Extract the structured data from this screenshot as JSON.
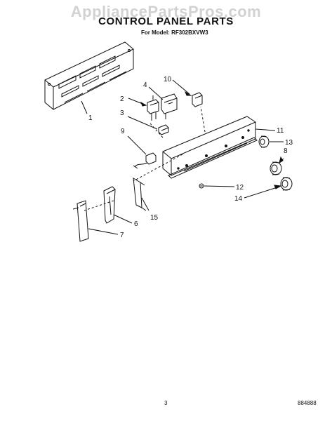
{
  "watermark": "AppliancePartsPros.com",
  "title": "CONTROL PANEL PARTS",
  "model_line": "For Model: RF302BXVW3",
  "page_number": "3",
  "doc_code": "884888",
  "callouts": [
    "1",
    "2",
    "3",
    "4",
    "6",
    "7",
    "8",
    "9",
    "10",
    "11",
    "12",
    "13",
    "14",
    "15"
  ]
}
